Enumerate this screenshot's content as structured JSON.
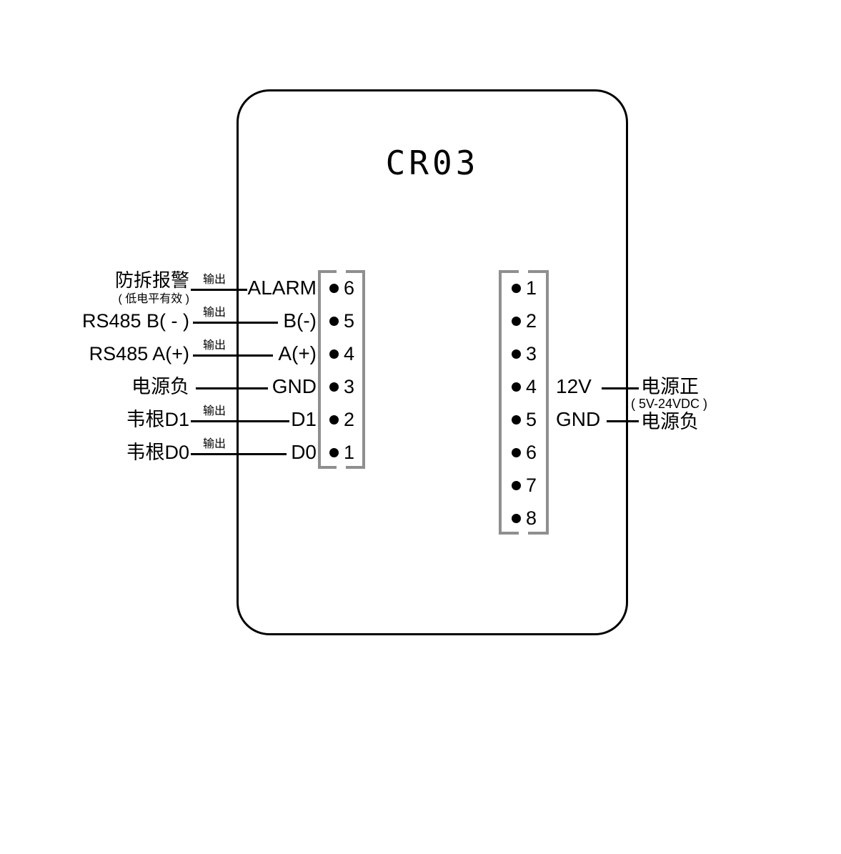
{
  "device": {
    "title": "CR03"
  },
  "left_connector": {
    "pins": [
      {
        "number": "6",
        "signal": "ALARM"
      },
      {
        "number": "5",
        "signal": "B(-)"
      },
      {
        "number": "4",
        "signal": "A(+)"
      },
      {
        "number": "3",
        "signal": "GND"
      },
      {
        "number": "2",
        "signal": "D1"
      },
      {
        "number": "1",
        "signal": "D0"
      }
    ]
  },
  "left_labels": {
    "tamper_alarm": "防拆报警",
    "tamper_alarm_note": "( 低电平有效 )",
    "rs485_b": "RS485 B( - )",
    "rs485_a": "RS485 A(+)",
    "power_negative": "电源负",
    "wiegand_d1": "韦根D1",
    "wiegand_d0": "韦根D0",
    "output_tag": "输出"
  },
  "right_connector": {
    "pins": [
      {
        "number": "1"
      },
      {
        "number": "2"
      },
      {
        "number": "3"
      },
      {
        "number": "4"
      },
      {
        "number": "5"
      },
      {
        "number": "6"
      },
      {
        "number": "7"
      },
      {
        "number": "8"
      }
    ],
    "pin4_signal": "12V",
    "pin5_signal": "GND"
  },
  "right_labels": {
    "power_positive": "电源正",
    "power_positive_note": "( 5V-24VDC )",
    "power_negative": "电源负"
  },
  "colors": {
    "outline": "#000000",
    "bracket": "#8f8f8f",
    "text": "#000000",
    "background": "#ffffff"
  }
}
